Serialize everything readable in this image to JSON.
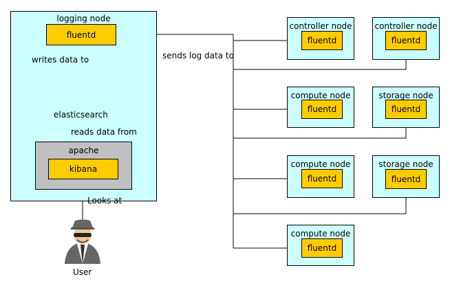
{
  "logging_node": {
    "title": "logging node",
    "fluentd": "fluentd",
    "writes_label": "writes data to",
    "db_label": "elasticsearch",
    "reads_label": "reads data from",
    "apache": {
      "title": "apache",
      "kibana": "kibana"
    },
    "looks_label": "Looks at"
  },
  "sends_label": "sends log data to",
  "user_label": "User",
  "nodes": [
    {
      "title": "controller node",
      "fluentd": "fluentd"
    },
    {
      "title": "controller node",
      "fluentd": "fluentd"
    },
    {
      "title": "compute node",
      "fluentd": "fluentd"
    },
    {
      "title": "storage node",
      "fluentd": "fluentd"
    },
    {
      "title": "compute node",
      "fluentd": "fluentd"
    },
    {
      "title": "storage node",
      "fluentd": "fluentd"
    },
    {
      "title": "compute node",
      "fluentd": "fluentd"
    }
  ],
  "colors": {
    "node_bg": "#ccffff",
    "fluentd_bg": "#ffcc00",
    "apache_bg": "#c0c0c0"
  }
}
